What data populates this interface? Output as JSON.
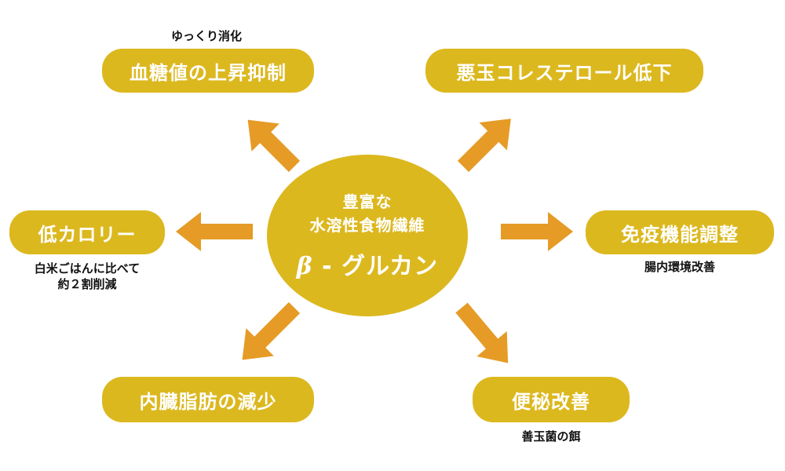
{
  "center": {
    "line1": "豊富な",
    "line2": "水溶性食物繊維",
    "symbol": "β",
    "separator": "- ",
    "name": "グルカン"
  },
  "benefits": [
    {
      "id": "blood-sugar",
      "label": "血糖値の上昇抑制",
      "note": "ゆっくり消化"
    },
    {
      "id": "cholesterol",
      "label": "悪玉コレステロール低下"
    },
    {
      "id": "immunity",
      "label": "免疫機能調整",
      "note": "腸内環境改善"
    },
    {
      "id": "constipation",
      "label": "便秘改善",
      "note": "善玉菌の餌"
    },
    {
      "id": "visceral-fat",
      "label": "内臓脂肪の減少"
    },
    {
      "id": "low-calorie",
      "label": "低カロリー",
      "note_line1": "白米ごはんに比べて",
      "note_line2": "約２割削減"
    }
  ],
  "colors": {
    "pill": "#dcb81f",
    "arrow": "#e59b26",
    "text_on_pill": "#ffffff",
    "note_text": "#111111"
  }
}
